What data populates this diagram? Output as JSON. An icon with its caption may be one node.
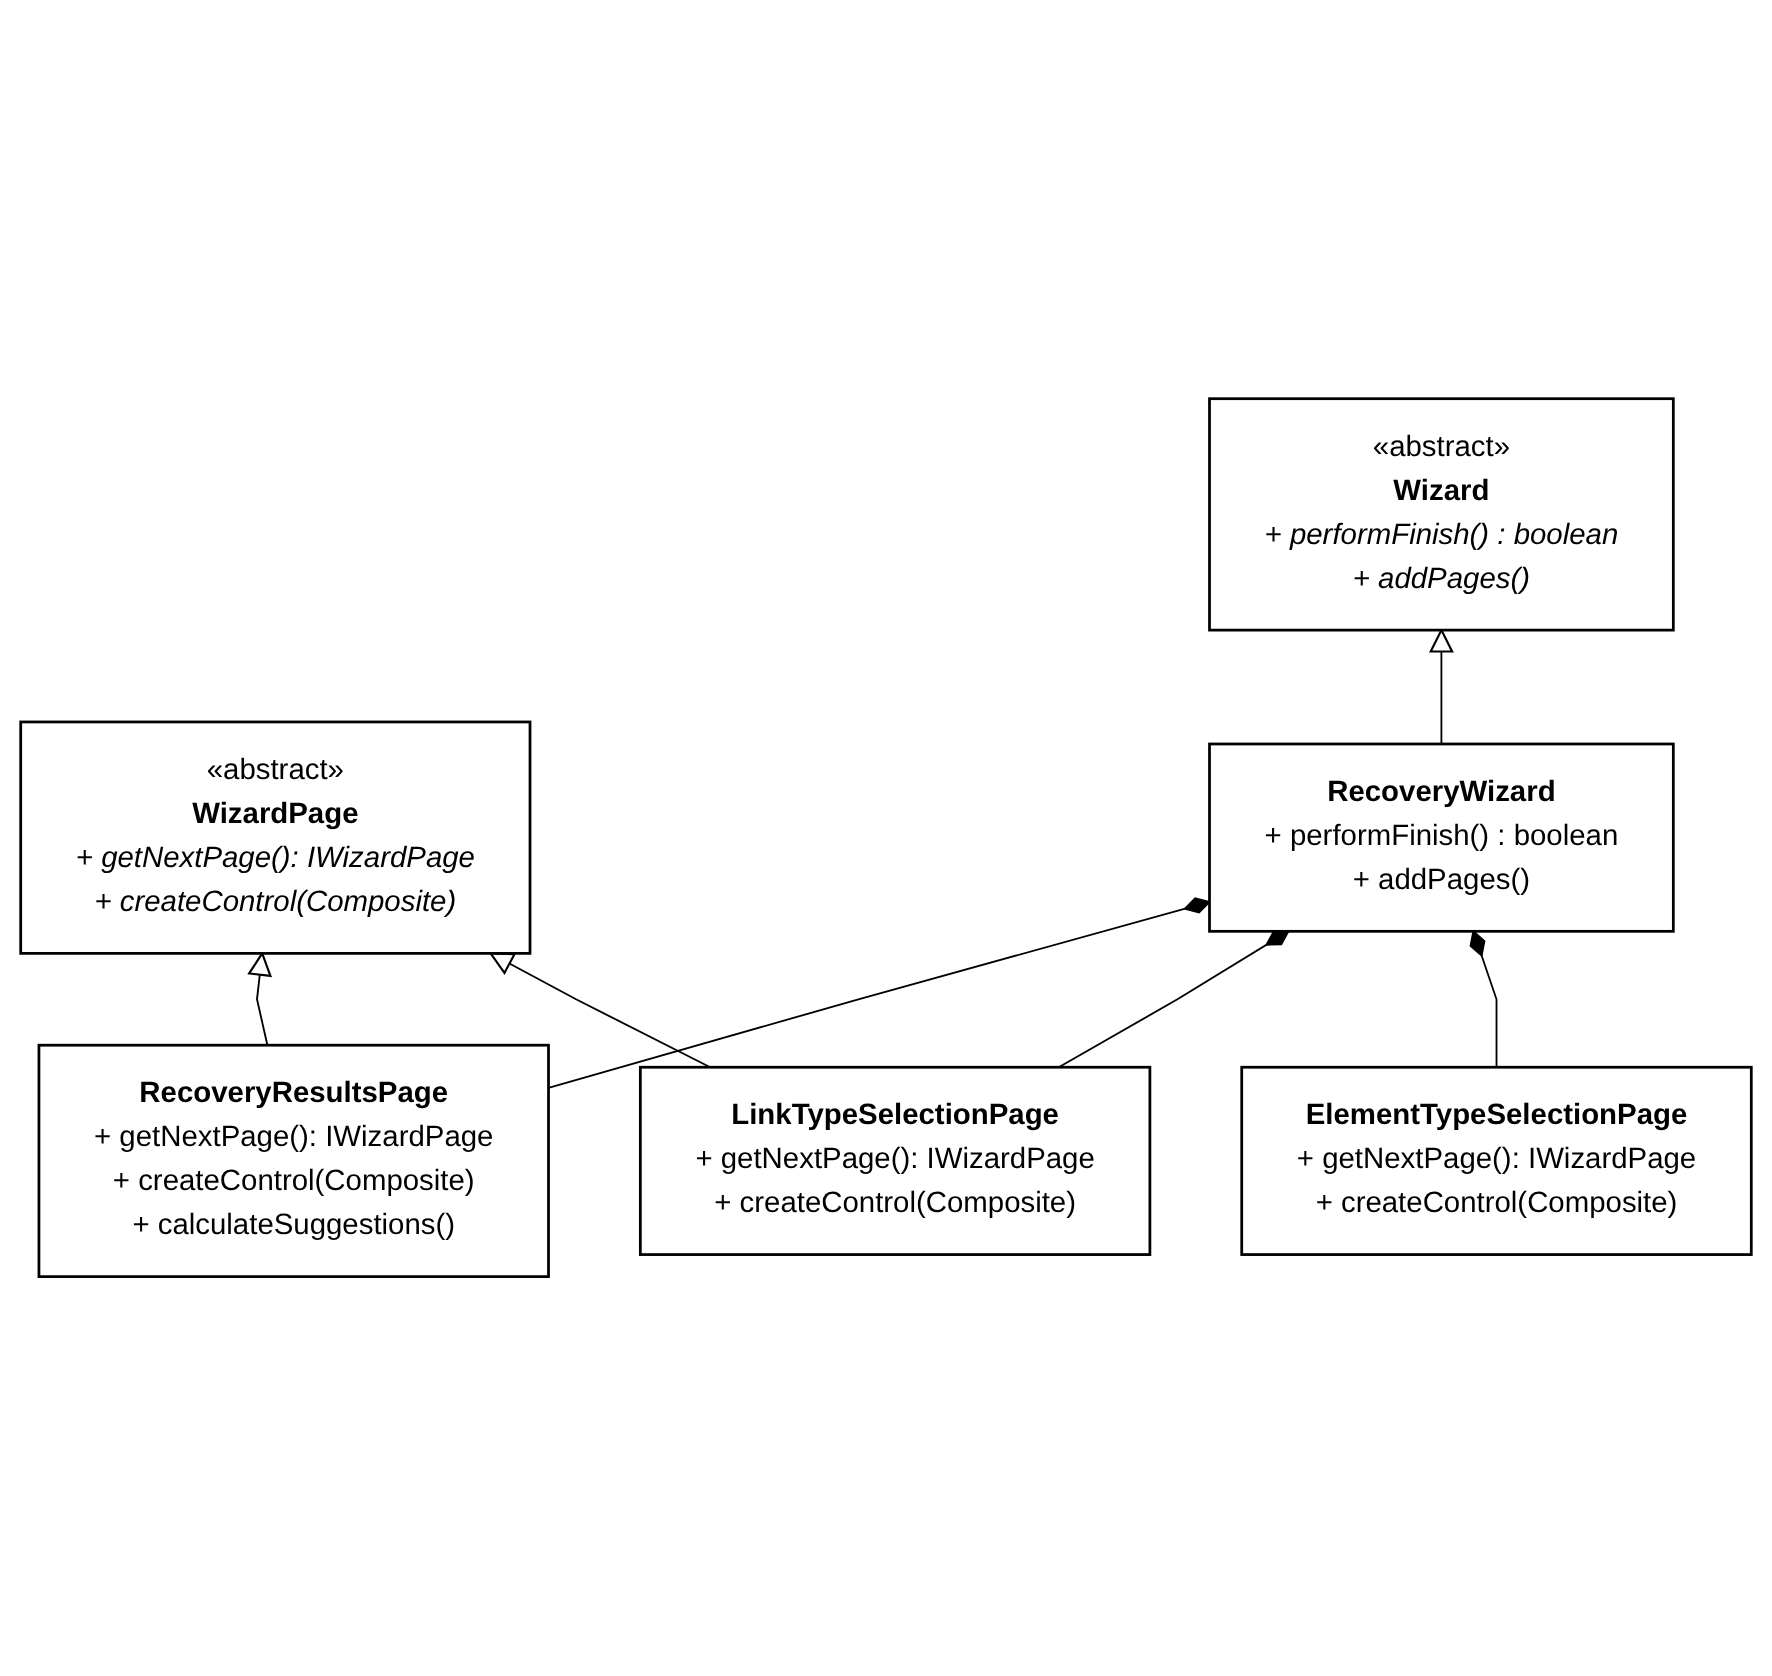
{
  "diagram": {
    "nodes": [
      {
        "text": [
          "«abstract»",
          "WizardPage",
          "+ getNextPage(): IWizardPage",
          "+ createControl(Composite)"
        ]
      },
      {
        "text": [
          "«abstract»",
          "Wizard",
          "+ performFinish() : boolean",
          "+ addPages()"
        ]
      },
      {
        "text": [
          "RecoveryWizard",
          "+ performFinish() : boolean",
          "+ addPages()"
        ]
      },
      {
        "text": [
          "ElementTypeSelectionPage",
          "+ getNextPage(): IWizardPage",
          "+ createControl(Composite)"
        ]
      },
      {
        "text": [
          "LinkTypeSelectionPage",
          "+ getNextPage(): IWizardPage",
          "+ createControl(Composite)"
        ]
      },
      {
        "text": [
          "RecoveryResultsPage",
          "+ getNextPage(): IWizardPage",
          "+ createControl(Composite)",
          "+ calculateSuggestions()"
        ]
      }
    ],
    "edges": [
      {
        "from": 4,
        "to": 0,
        "arrow": "to"
      },
      {
        "from": 5,
        "to": 0,
        "arrow": "to"
      },
      {
        "from": 2,
        "to": 1,
        "arrow": "to"
      },
      {
        "from": 2,
        "to": 3,
        "arrow": "other"
      },
      {
        "from": 2,
        "to": 4,
        "arrow": "other"
      },
      {
        "from": 2,
        "to": 5,
        "arrow": "other"
      }
    ]
  }
}
